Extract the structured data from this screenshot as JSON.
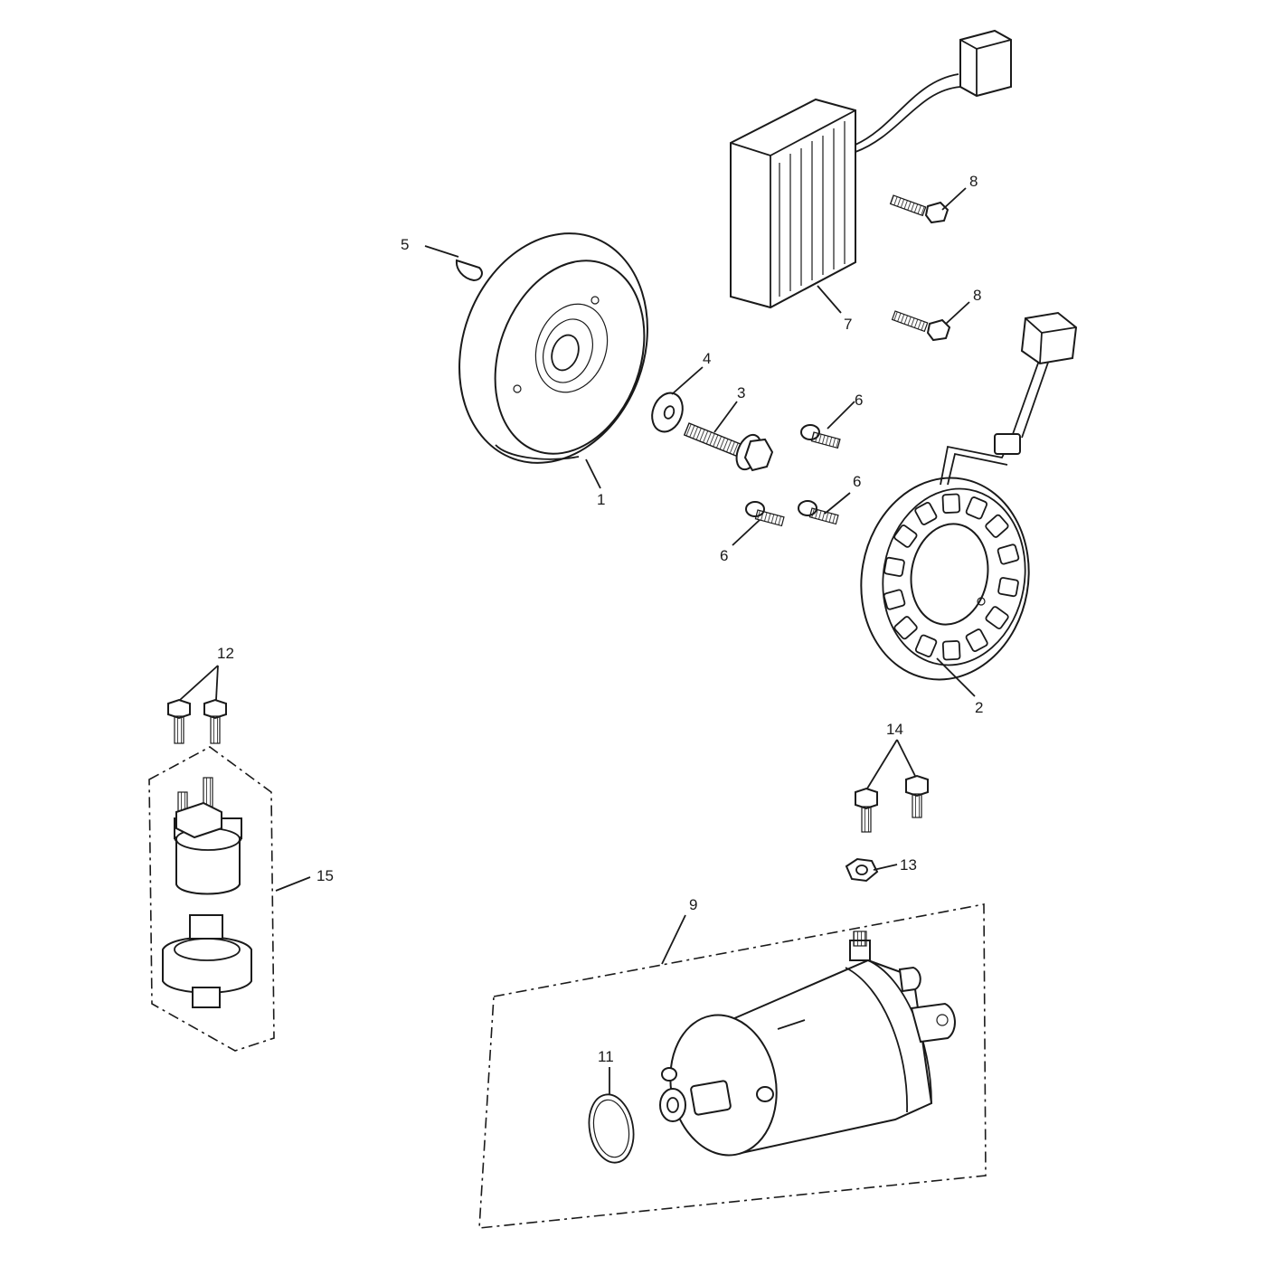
{
  "diagram": {
    "callouts": [
      {
        "id": "1",
        "label": "1"
      },
      {
        "id": "2",
        "label": "2"
      },
      {
        "id": "3",
        "label": "3"
      },
      {
        "id": "4",
        "label": "4"
      },
      {
        "id": "5",
        "label": "5"
      },
      {
        "id": "6a",
        "label": "6"
      },
      {
        "id": "6b",
        "label": "6"
      },
      {
        "id": "6c",
        "label": "6"
      },
      {
        "id": "7",
        "label": "7"
      },
      {
        "id": "8a",
        "label": "8"
      },
      {
        "id": "8b",
        "label": "8"
      },
      {
        "id": "9",
        "label": "9"
      },
      {
        "id": "11",
        "label": "11"
      },
      {
        "id": "12",
        "label": "12"
      },
      {
        "id": "13",
        "label": "13"
      },
      {
        "id": "14",
        "label": "14"
      },
      {
        "id": "15",
        "label": "15"
      }
    ],
    "colors": {
      "line": "#1a1a1a",
      "background": "#ffffff"
    }
  }
}
